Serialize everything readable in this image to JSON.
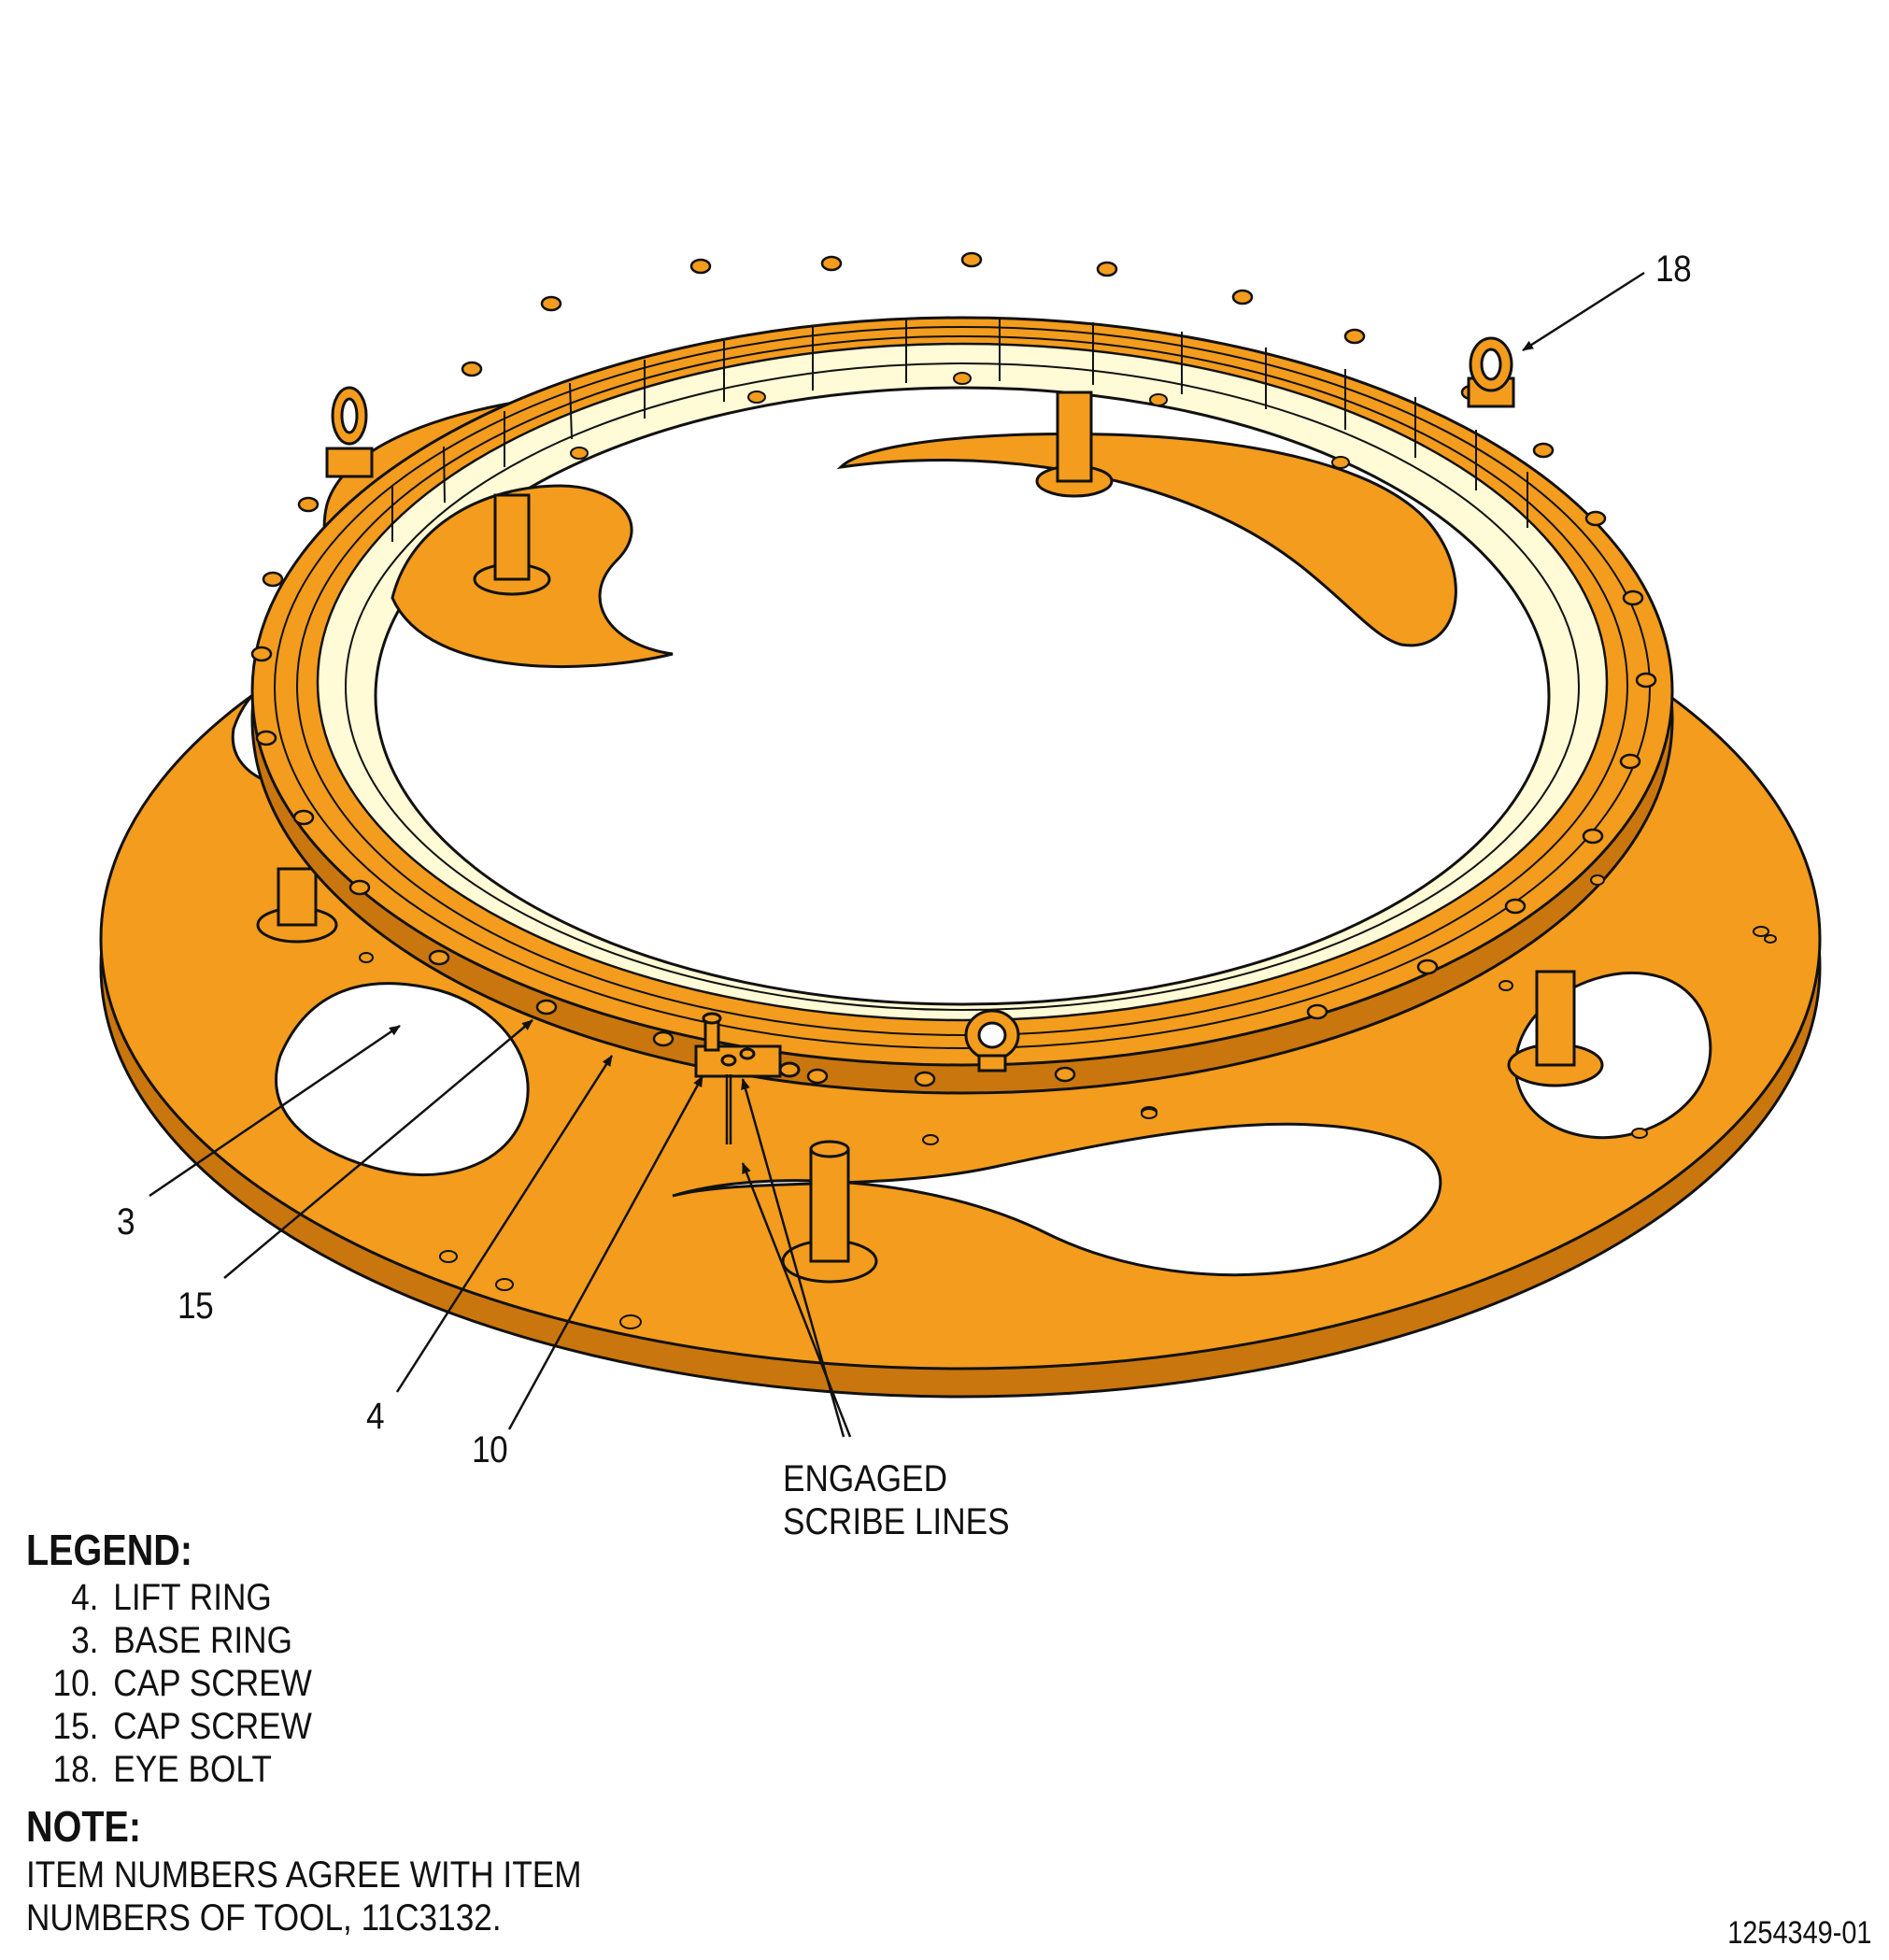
{
  "callouts": {
    "eye_bolt": "18",
    "base_ring": "3",
    "cap_screw_15": "15",
    "lift_ring": "4",
    "cap_screw_10": "10",
    "engaged_line1": "ENGAGED",
    "engaged_line2": "SCRIBE LINES"
  },
  "legend": {
    "heading": "LEGEND:",
    "items": [
      {
        "num": "4.",
        "label": "LIFT RING"
      },
      {
        "num": "3.",
        "label": "BASE RING"
      },
      {
        "num": "10.",
        "label": "CAP SCREW"
      },
      {
        "num": "15.",
        "label": "CAP SCREW"
      },
      {
        "num": "18.",
        "label": "EYE BOLT"
      }
    ]
  },
  "note": {
    "heading": "NOTE:",
    "line1": "ITEM NUMBERS AGREE WITH ITEM",
    "line2": "NUMBERS OF TOOL, 11C3132."
  },
  "figure_id": "1254349-01",
  "colors": {
    "orange": "#F39C1D",
    "orange_dark": "#C9760E",
    "cream": "#FFFBD6",
    "line": "#111111"
  }
}
